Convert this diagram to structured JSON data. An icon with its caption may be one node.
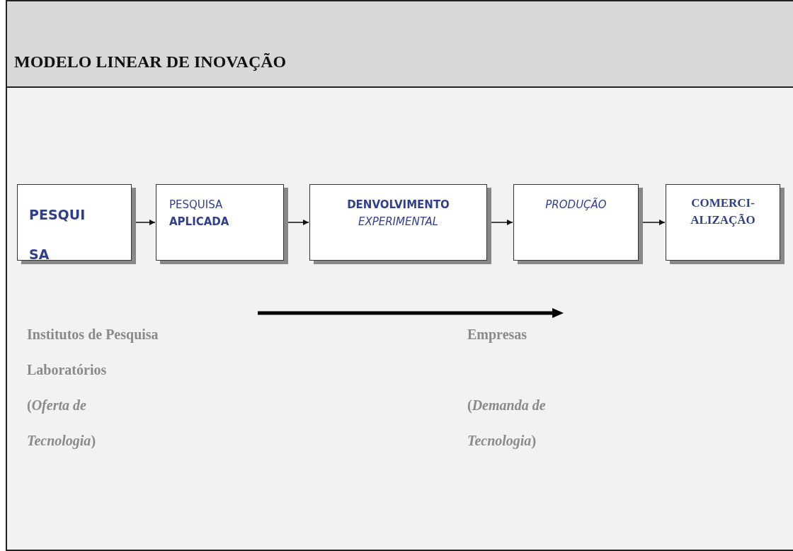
{
  "diagram": {
    "title": "MODELO LINEAR DE INOVAÇÃO",
    "nodes": [
      {
        "text": [
          "PESQUI SA"
        ]
      },
      {
        "text": [
          "PESQUISA **APLICADA**"
        ]
      },
      {
        "text": [
          "**DENVOLVIMENTO** *EXPERIMENTAL*"
        ]
      },
      {
        "text": [
          "PRODUÇÃO"
        ]
      },
      {
        "text": [
          "COMERCI- ALIZAÇÃO"
        ]
      }
    ],
    "edges": [
      {
        "from": 0,
        "to": 1,
        "arrow": "to"
      },
      {
        "from": 1,
        "to": 2,
        "arrow": "to"
      },
      {
        "from": 2,
        "to": 3,
        "arrow": "to"
      },
      {
        "from": 3,
        "to": 4,
        "arrow": "to"
      }
    ],
    "labels": [
      "Institutos de Pesquisa",
      "Empresas",
      "Laboratórios",
      "(*Oferta de Tecnologia*)",
      "(*Demanda de Tecnologia*)"
    ]
  }
}
